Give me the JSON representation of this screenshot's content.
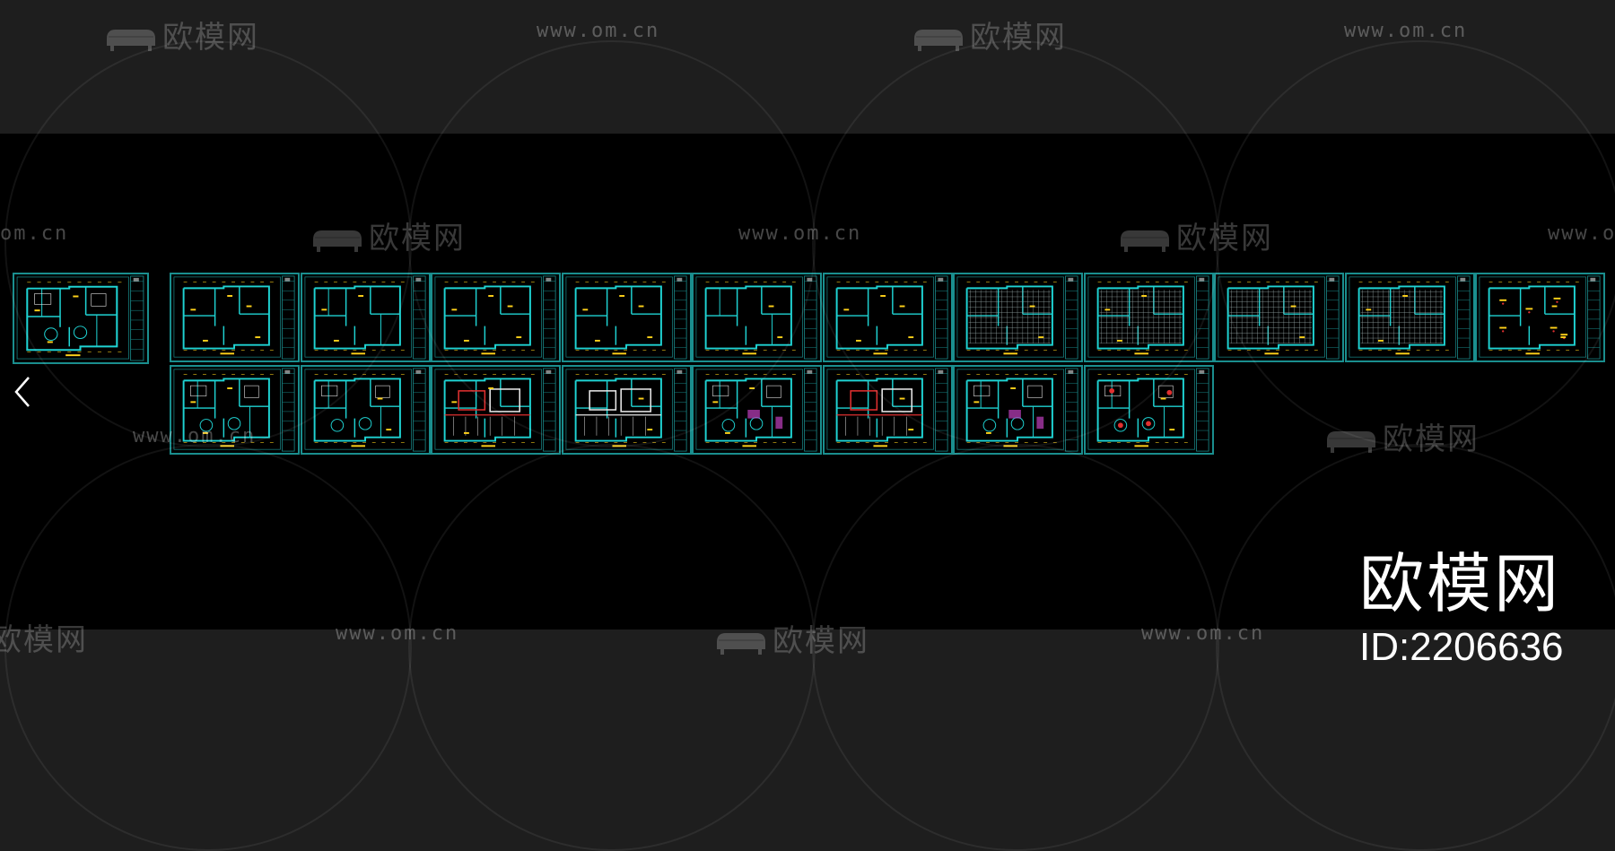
{
  "viewer": {
    "nav_prev_icon": "chevron-left-icon",
    "sheets_row1_count": 11,
    "sheets_row2_count": 8
  },
  "watermark": {
    "logo_text": "欧模网",
    "url_text": "www.om.cn",
    "partial_url_text": "om.cn",
    "partial_logo_text": "欧模网",
    "icon": "sofa-icon"
  },
  "brand": {
    "name": "欧模网",
    "id_text": "ID:2206636"
  },
  "colors": {
    "drawing_frame": "#1a8e8e",
    "wall": "#1fd3d3",
    "annotation": "#ffd21a",
    "red_lines": "#e03030",
    "white_lines": "#e8e8e8",
    "magenta_lines": "#c040c0"
  }
}
